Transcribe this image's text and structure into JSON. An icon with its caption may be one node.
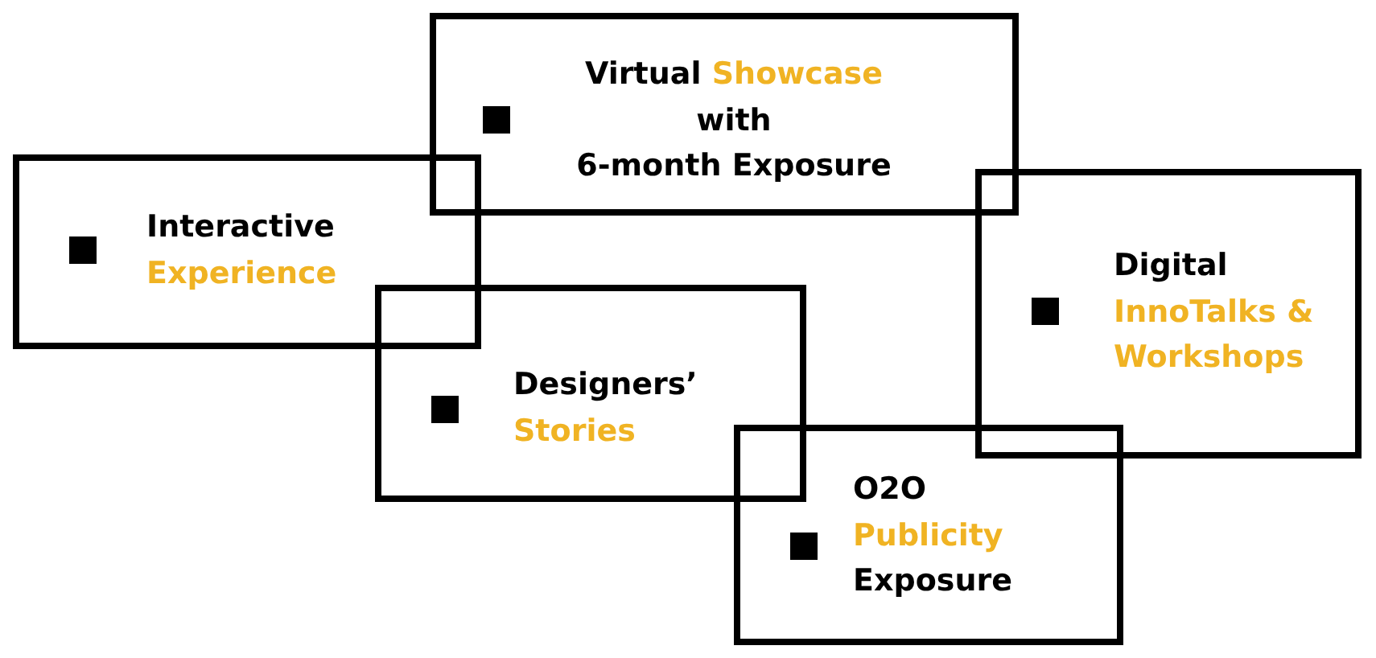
{
  "diagram": {
    "nodes": [
      {
        "text": [
          "Virtual",
          "Showcase",
          "with",
          "6-month Exposure"
        ]
      },
      {
        "text": [
          "Interactive",
          "Experience"
        ]
      },
      {
        "text": [
          "Digital",
          "InnoTalks & Workshops"
        ]
      },
      {
        "text": [
          "Designers’",
          "Stories"
        ]
      },
      {
        "text": [
          "O2O",
          "Publicity",
          "Exposure"
        ]
      }
    ]
  }
}
